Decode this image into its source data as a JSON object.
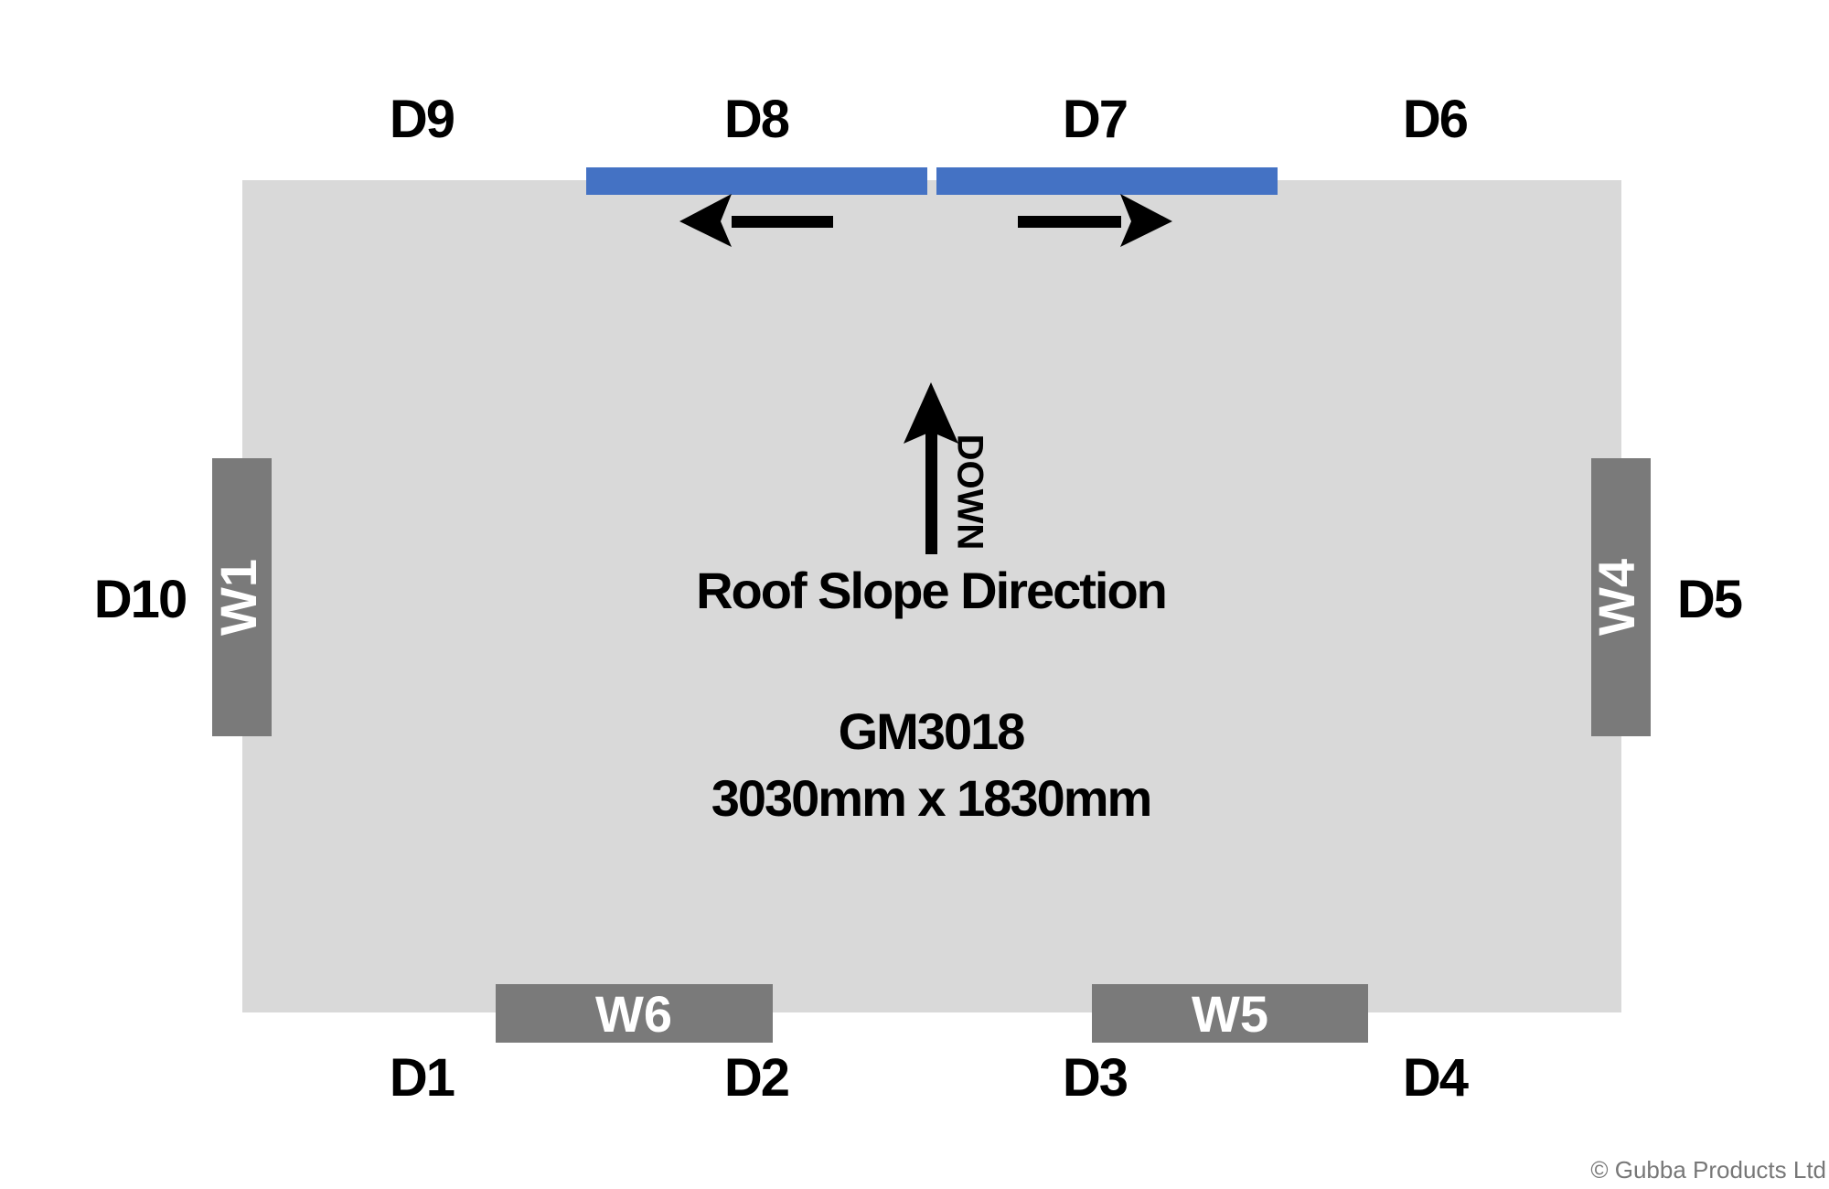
{
  "colors": {
    "floor": "#d9d9d9",
    "gutter": "#4472c4",
    "wall": "#7a7a7a",
    "text": "#000000"
  },
  "top_labels": [
    "D9",
    "D8",
    "D7",
    "D6"
  ],
  "bottom_labels": [
    "D1",
    "D2",
    "D3",
    "D4"
  ],
  "side_labels": {
    "left": "D10",
    "right": "D5"
  },
  "walls": {
    "left": "W1",
    "right": "W4",
    "bottom_left": "W6",
    "bottom_right": "W5"
  },
  "slope": {
    "direction_label": "DOWN",
    "title": "Roof Slope Direction"
  },
  "model": {
    "code": "GM3018",
    "dimensions": "3030mm x 1830mm"
  },
  "footer": {
    "copyright": "© Gubba Products Ltd"
  }
}
